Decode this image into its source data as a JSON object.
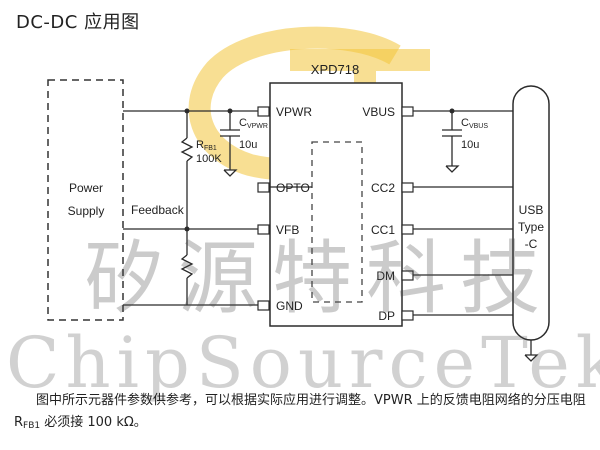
{
  "title": "DC-DC 应用图",
  "chip": {
    "name": "XPD718",
    "pins_left": [
      "VPWR",
      "OPTO",
      "VFB",
      "GND"
    ],
    "pins_right": [
      "VBUS",
      "CC2",
      "CC1",
      "DM",
      "DP"
    ]
  },
  "blocks": {
    "power_supply_line1": "Power",
    "power_supply_line2": "Supply",
    "feedback": "Feedback",
    "usb_line1": "USB",
    "usb_line2": "Type",
    "usb_line3": "-C"
  },
  "components": {
    "rfb1_prefix": "R",
    "rfb1_sub": "FB1",
    "rfb1_value": "100K",
    "cvpwr_prefix": "C",
    "cvpwr_sub": "VPWR",
    "cvpwr_value": "10u",
    "cvbus_prefix": "C",
    "cvbus_sub": "VBUS",
    "cvbus_value": "10u"
  },
  "watermark": {
    "cn": "矽源特科技",
    "en": "ChipSourceTek"
  },
  "caption": {
    "part1": "图中所示元器件参数供参考，可以根据实际应用进行调整。VPWR 上的反馈电阻网络的分压电阻 R",
    "sub": "FB1",
    "part2": " 必须接 100 kΩ。"
  },
  "colors": {
    "line": "#2b2b2b",
    "logo": "#f3c53a",
    "watermark": "#555555"
  }
}
